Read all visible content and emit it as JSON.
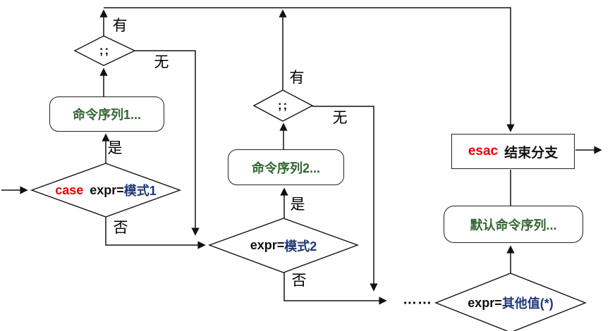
{
  "colors": {
    "keyword": "#e60000",
    "pattern": "#1f3878",
    "command": "#336633",
    "line": "#111111"
  },
  "diagram": {
    "case_diamond": {
      "keyword": "case",
      "var": "expr=",
      "pattern": "模式1"
    },
    "pattern2_diamond": {
      "var": "expr=",
      "pattern": "模式2"
    },
    "other_diamond": {
      "var": "expr=",
      "pattern": "其他值(*)"
    },
    "semi1_diamond": {
      "label": ";;"
    },
    "semi2_diamond": {
      "label": ";;"
    },
    "cmd1_box": {
      "label": "命令序列1..."
    },
    "cmd2_box": {
      "label": "命令序列2..."
    },
    "default_box": {
      "label": "默认命令序列..."
    },
    "esac_box": {
      "keyword": "esac",
      "label": "结束分支"
    },
    "labels": {
      "have1": "有",
      "none1": "无",
      "yes1": "是",
      "no1": "否",
      "have2": "有",
      "none2": "无",
      "yes2": "是",
      "no2": "否",
      "ellipsis": "……"
    }
  }
}
